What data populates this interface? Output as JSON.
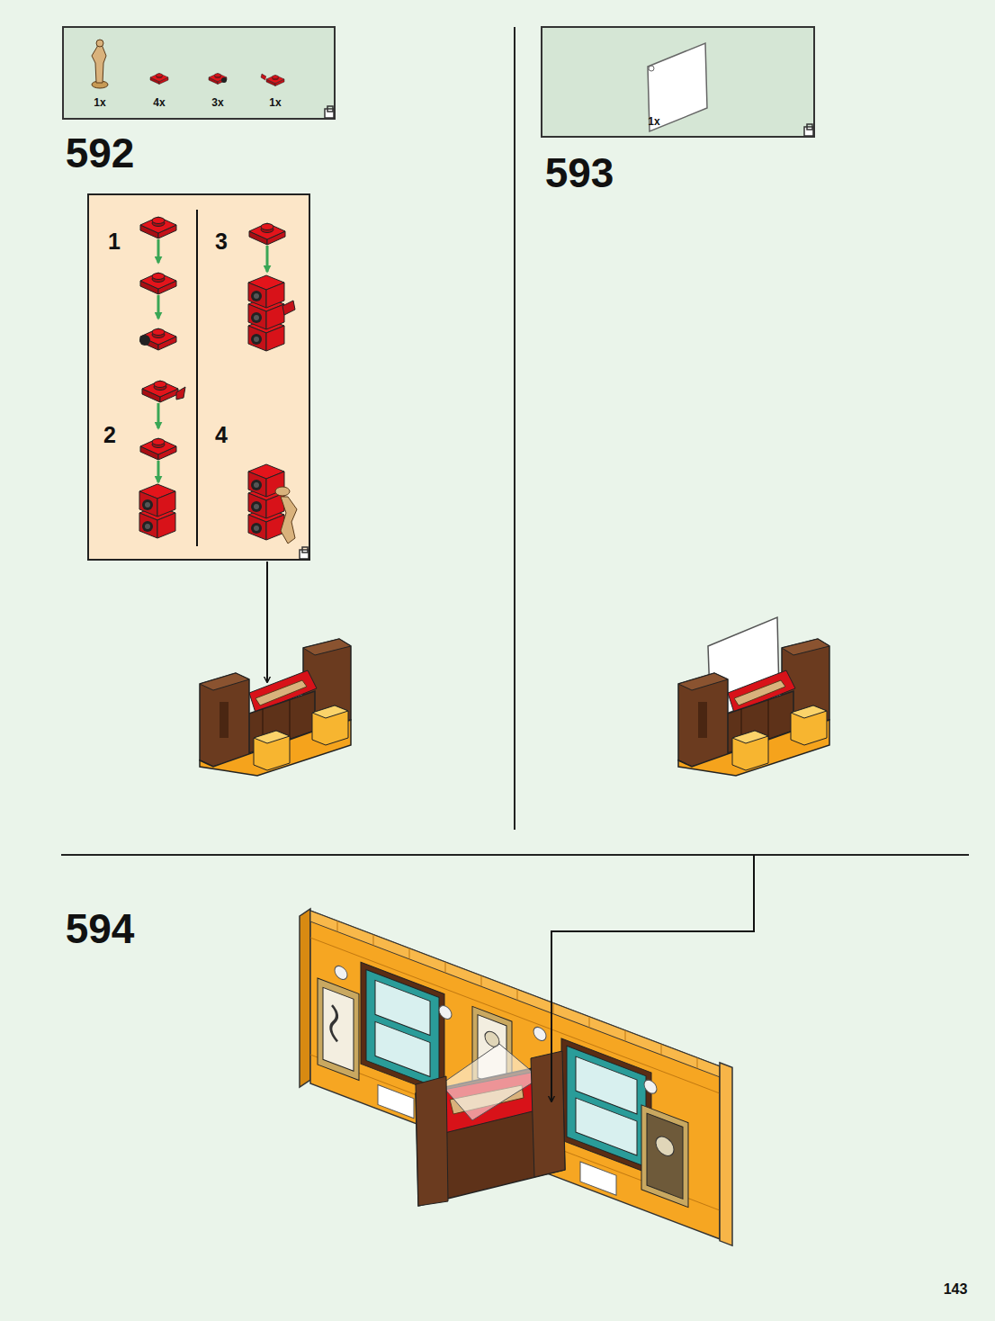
{
  "diagram": {
    "nodes": [
      {
        "text": [
          "1x",
          "4x",
          "3x",
          "1x"
        ]
      },
      {
        "text": [
          "1",
          "3",
          "2",
          "4"
        ]
      },
      {
        "text": [
          "1x"
        ]
      }
    ],
    "labels": [
      "592",
      "593",
      "594",
      "143"
    ]
  }
}
